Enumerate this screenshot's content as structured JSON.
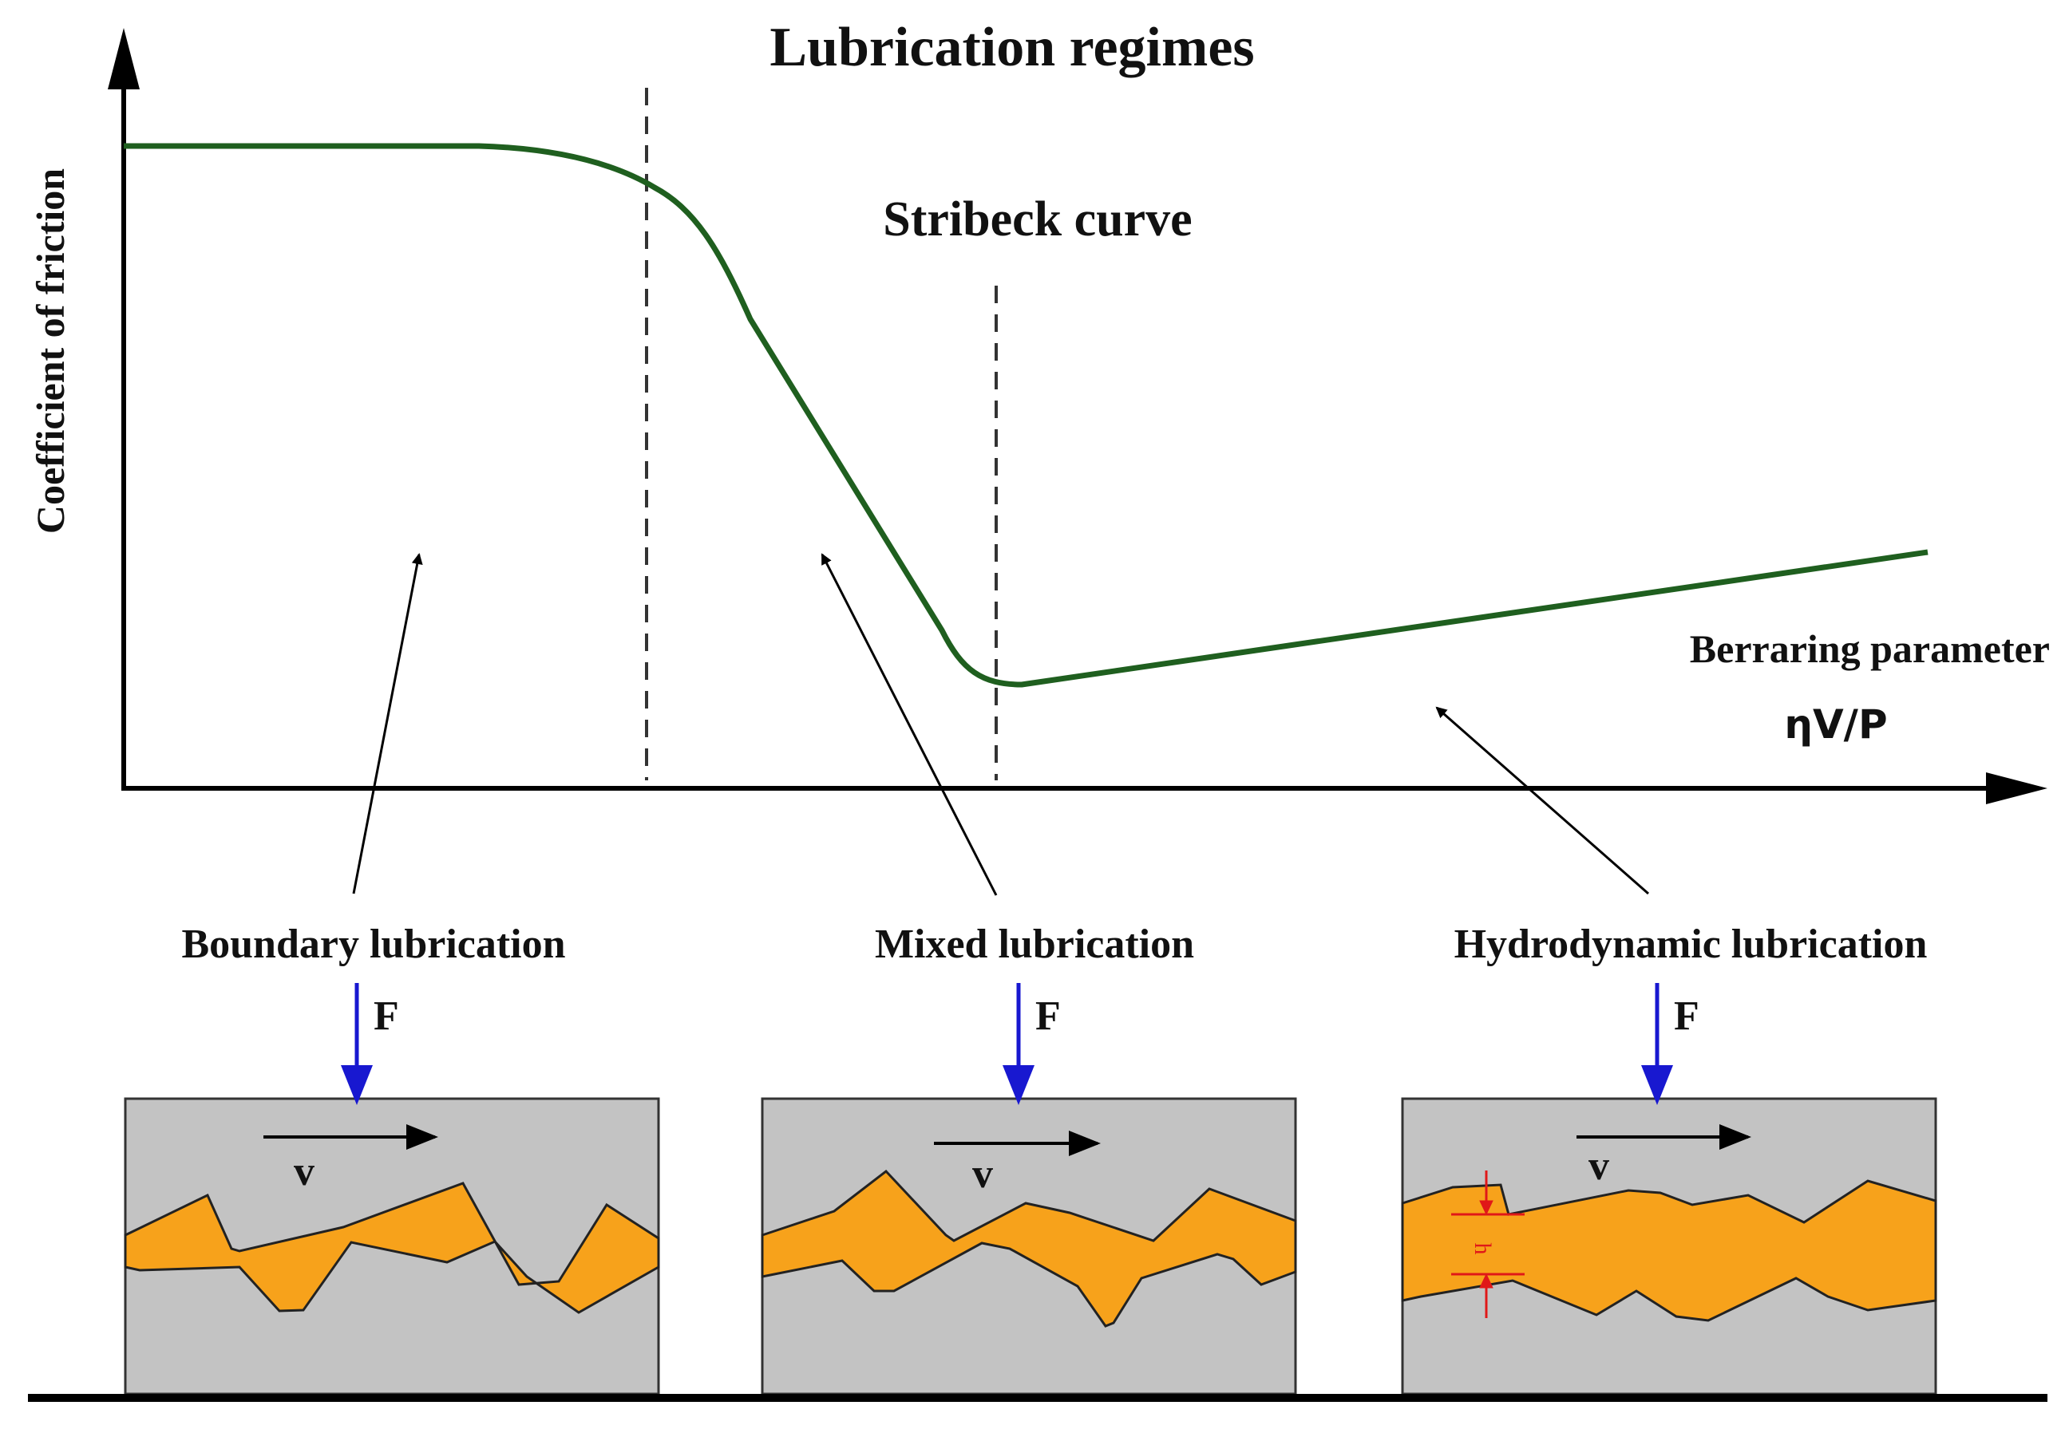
{
  "title": "Lubrication regimes",
  "curve_label": "Stribeck curve",
  "y_axis_label": "Coefficient of friction",
  "x_axis_label": "Berraring parameter",
  "x_axis_formula": "ηV/P",
  "regimes": [
    {
      "name": "Boundary lubrication",
      "force_label": "F",
      "velocity_label": "v"
    },
    {
      "name": "Mixed lubrication",
      "force_label": "F",
      "velocity_label": "v"
    },
    {
      "name": "Hydrodynamic lubrication",
      "force_label": "F",
      "velocity_label": "v",
      "gap_label": "h"
    }
  ],
  "colors": {
    "curve": "#1f5f1f",
    "lubricant": "#f7a21b",
    "surface": "#c3c3c3",
    "force_arrow": "#1818d0",
    "gap_marker": "#e01818",
    "axis": "#000000"
  }
}
